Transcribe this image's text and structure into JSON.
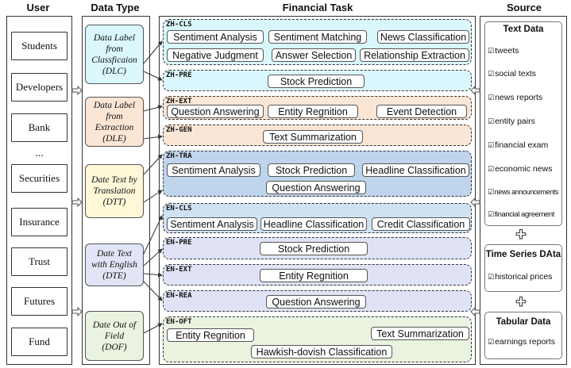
{
  "headers": {
    "user": "User",
    "data_type": "Data Type",
    "financial_task": "Financial Task",
    "source": "Source"
  },
  "users": [
    "Students",
    "Developers",
    "Bank",
    "...",
    "Securities",
    "Insurance",
    "Trust",
    "Futures",
    "Fund"
  ],
  "data_types": [
    {
      "label": "Data Label\nfrom\nClassficaion\n(DLC)",
      "color": "#d9f7fc"
    },
    {
      "label": "Data Label\nfrom\nExtraction\n(DLE)",
      "color": "#fbe6d6"
    },
    {
      "label": "Date Text by\nTranslation\n(DTT)",
      "color": "#fff7d8"
    },
    {
      "label": "Date Text\nwith English\n(DTE)",
      "color": "#e1e5f5"
    },
    {
      "label": "Date Out of\nField\n(DOF)",
      "color": "#e9f3df"
    }
  ],
  "tasks": [
    {
      "id": "ZH-CLS",
      "color": "#d9f7fc",
      "items": [
        "Sentiment Analysis",
        "Sentiment Matching",
        "News Classification",
        "Negative Judgment",
        "Answer Selection",
        "Relationship Extraction"
      ]
    },
    {
      "id": "ZH-PRE",
      "color": "#d9f7fc",
      "items": [
        "Stock Prediction"
      ]
    },
    {
      "id": "ZH-EXT",
      "color": "#fbe6d6",
      "items": [
        "Question Answering",
        "Entity Regnition",
        "Event Detection"
      ]
    },
    {
      "id": "ZH-GEN",
      "color": "#fbe6d6",
      "items": [
        "Text Summarization"
      ]
    },
    {
      "id": "ZH-TRA",
      "color": "#bfd5ec",
      "items": [
        "Sentiment Analysis",
        "Stock Prediction",
        "Headline Classification",
        "Question Answering"
      ]
    },
    {
      "id": "EN-CLS",
      "color": "#cfe2f3",
      "items": [
        "Sentiment Analysis",
        "Headline Classification",
        "Credit Classification"
      ]
    },
    {
      "id": "EN-PRE",
      "color": "#dfe3f5",
      "items": [
        "Stock Prediction"
      ]
    },
    {
      "id": "EN-EXT",
      "color": "#dfe3f5",
      "items": [
        "Entity Regnition"
      ]
    },
    {
      "id": "EN-REA",
      "color": "#dfe3f5",
      "items": [
        "Question Answering"
      ]
    },
    {
      "id": "EN-OFT",
      "color": "#e9f3df",
      "items": [
        "Entity Regnition",
        "Text Summarization",
        "Hawkish-dovish Classification"
      ]
    }
  ],
  "source": {
    "text_data": {
      "title": "Text  Data",
      "items": [
        "tweets",
        "social texts",
        "news reports",
        "entity pairs",
        "financial exam",
        "economic news",
        "news announcements",
        "financial agreement"
      ]
    },
    "time_series": {
      "title": "Time Series DAta",
      "items": [
        "historical prices"
      ]
    },
    "tabular": {
      "title": "Tabular Data",
      "items": [
        "earnings reports"
      ]
    },
    "check_glyph": "☑",
    "plus_glyph": "✚"
  }
}
